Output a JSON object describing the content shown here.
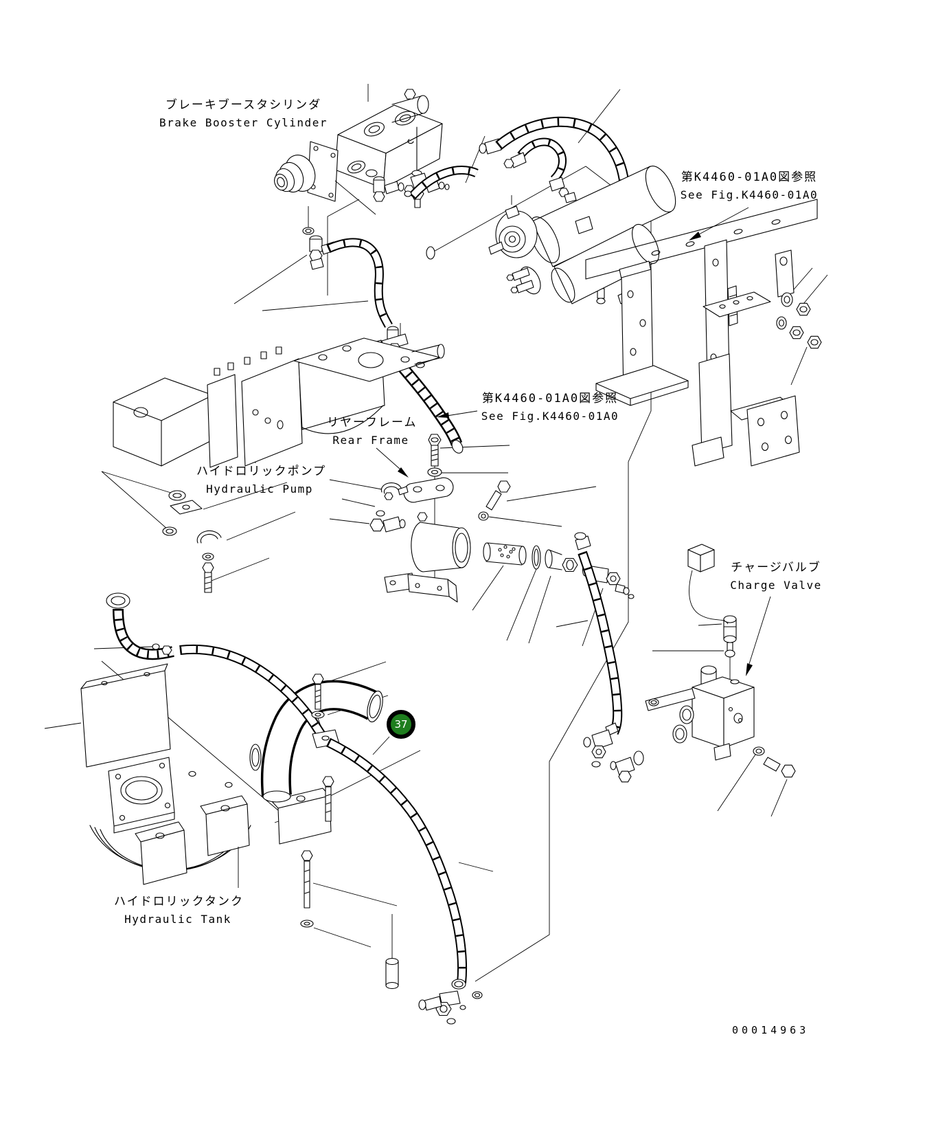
{
  "figure": {
    "background": "#ffffff",
    "line_color": "#000000",
    "doc_number": "00014963",
    "callout": {
      "number": "37",
      "fill": "#1e7e1e",
      "ring": "#000000",
      "text_color": "#ffffff"
    }
  },
  "labels": {
    "brake_booster": {
      "jp": "ブレーキブースタシリンダ",
      "en": "Brake Booster Cylinder"
    },
    "see_fig_top": {
      "jp": "第K4460-01A0図参照",
      "en": "See Fig.K4460-01A0"
    },
    "hydraulic_pump": {
      "jp": "ハイドロリックポンプ",
      "en": "Hydraulic Pump"
    },
    "rear_frame": {
      "jp": "リヤーフレーム",
      "en": "Rear Frame"
    },
    "see_fig_mid": {
      "jp": "第K4460-01A0図参照",
      "en": "See Fig.K4460-01A0"
    },
    "charge_valve": {
      "jp": "チャージバルブ",
      "en": "Charge Valve"
    },
    "hydraulic_tank": {
      "jp": "ハイドロリックタンク",
      "en": "Hydraulic Tank"
    }
  }
}
